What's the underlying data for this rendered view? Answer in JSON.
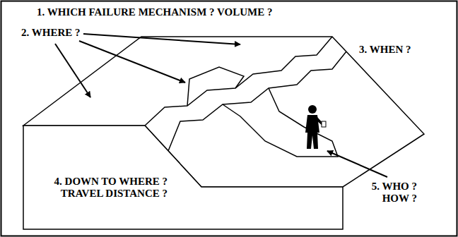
{
  "diagram": {
    "labels": [
      "1. WHICH FAILURE MECHANISM ? VOLUME ?",
      "2. WHERE ?",
      "3. WHEN ?",
      "4. DOWN TO WHERE ? TRAVEL DISTANCE ?",
      "5. WHO ? HOW ?"
    ]
  }
}
